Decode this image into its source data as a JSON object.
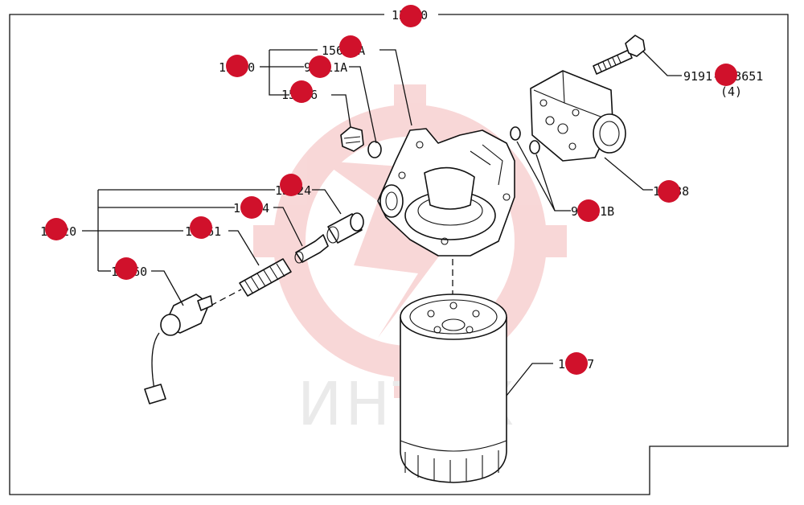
{
  "watermark": {
    "text": "ИНТЕХ",
    "color": "#f3b8b8"
  },
  "accent_color": "#d0112b",
  "labels": {
    "assembly": "15600",
    "filter_head_asm": "15620",
    "head_a": "15620A",
    "oring_a": "98511A",
    "plug": "15716",
    "bolt": "9191-083651",
    "bolt_qty": "(4)",
    "adapter": "15638",
    "oring_b": "98511B",
    "valve_asm": "15620",
    "valve_seat": "15624",
    "valve": "15604",
    "spring": "15661",
    "switch": "15660",
    "cartridge": "15607"
  }
}
